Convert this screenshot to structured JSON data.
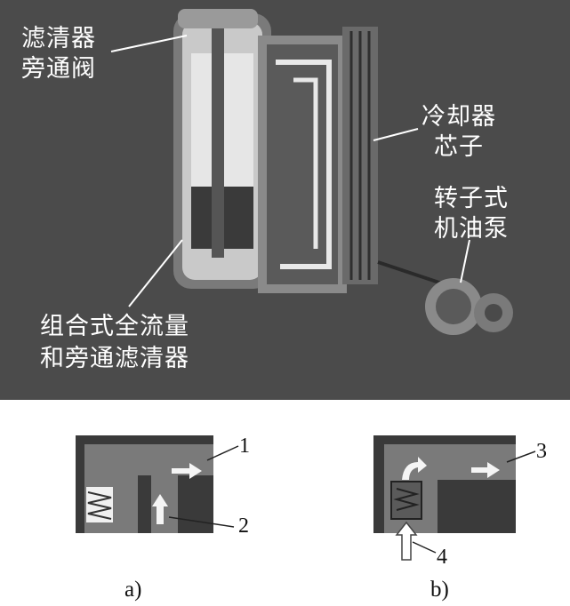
{
  "photo": {
    "labels": {
      "bypass_valve_line1": "滤清器",
      "bypass_valve_line2": "旁通阀",
      "cooler_core_line1": "冷却器",
      "cooler_core_line2": "芯子",
      "rotor_pump_line1": "转子式",
      "rotor_pump_line2": "机油泵",
      "combined_filter_line1": "组合式全流量",
      "combined_filter_line2": "和旁通滤清器"
    }
  },
  "diagrams": {
    "a": {
      "caption": "a)",
      "callouts": [
        "1",
        "2"
      ]
    },
    "b": {
      "caption": "b)",
      "callouts": [
        "3",
        "4"
      ]
    }
  },
  "colors": {
    "background_dark": "#4b4b4b",
    "diagram_fill": "#6a6a6a",
    "diagram_dark": "#3a3a3a"
  }
}
